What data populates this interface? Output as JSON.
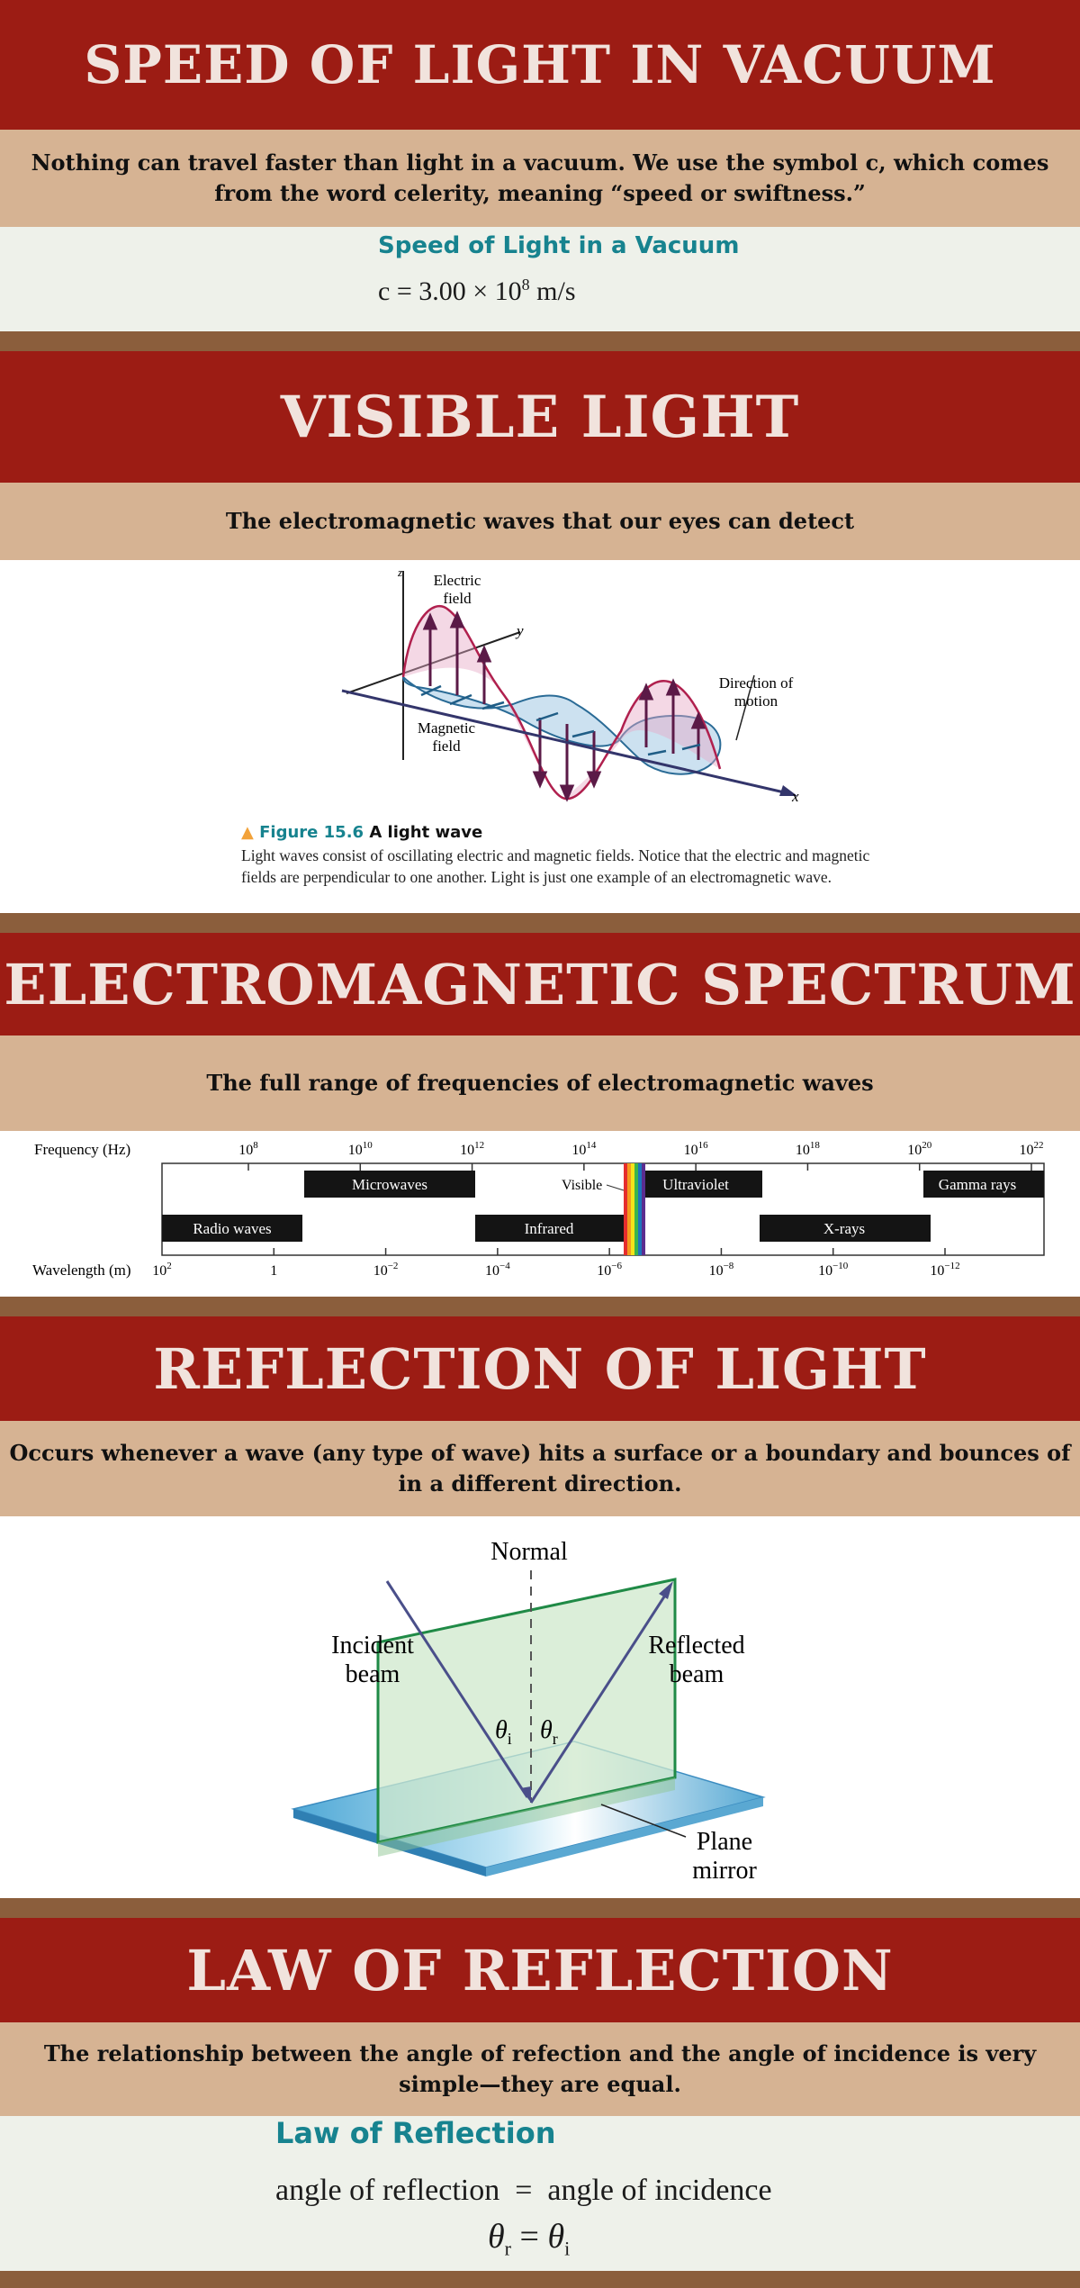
{
  "sections": {
    "speed": {
      "title": "SPEED OF LIGHT IN VACUUM",
      "description": "Nothing can travel faster than light in a vacuum. We use the symbol c, which comes from the word celerity, meaning “speed or swiftness.”",
      "equation_title": "Speed of Light in a Vacuum",
      "equation_lhs": "c = 3.00 × 10",
      "equation_exp": "8",
      "equation_unit": " m/s"
    },
    "visible": {
      "title": "VISIBLE LIGHT",
      "description": "The electromagnetic waves that our eyes can detect",
      "figure": {
        "z_axis": "z",
        "y_axis": "y",
        "x_axis": "x",
        "electric_label_1": "Electric",
        "electric_label_2": "field",
        "magnetic_label_1": "Magnetic",
        "magnetic_label_2": "field",
        "direction_label_1": "Direction of",
        "direction_label_2": "motion",
        "caption_number": "Figure 15.6",
        "caption_title": "A light wave",
        "caption_text": "Light waves consist of oscillating electric and magnetic fields. Notice that the electric and magnetic fields are perpendicular to one another. Light is just one example of an electromagnetic wave."
      }
    },
    "spectrum": {
      "title": "ELECTROMAGNETIC SPECTRUM",
      "description": "The full range of frequencies of electromagnetic waves",
      "frequency_label": "Frequency (Hz)",
      "wavelength_label": "Wavelength (m)",
      "frequency_ticks": [
        {
          "base": "10",
          "exp": "8"
        },
        {
          "base": "10",
          "exp": "10"
        },
        {
          "base": "10",
          "exp": "12"
        },
        {
          "base": "10",
          "exp": "14"
        },
        {
          "base": "10",
          "exp": "16"
        },
        {
          "base": "10",
          "exp": "18"
        },
        {
          "base": "10",
          "exp": "20"
        },
        {
          "base": "10",
          "exp": "22"
        }
      ],
      "wavelength_ticks": [
        {
          "base": "10",
          "exp": "2"
        },
        {
          "base": "1",
          "exp": ""
        },
        {
          "base": "10",
          "exp": "−2"
        },
        {
          "base": "10",
          "exp": "−4"
        },
        {
          "base": "10",
          "exp": "−6"
        },
        {
          "base": "10",
          "exp": "−8"
        },
        {
          "base": "10",
          "exp": "−10"
        },
        {
          "base": "10",
          "exp": "−12"
        }
      ],
      "bands": {
        "microwaves": "Microwaves",
        "visible": "Visible",
        "ultraviolet": "Ultraviolet",
        "gamma": "Gamma rays",
        "radio": "Radio waves",
        "infrared": "Infrared",
        "xrays": "X-rays"
      }
    },
    "reflection": {
      "title": "REFLECTION OF LIGHT",
      "description": "Occurs whenever a wave (any type of wave) hits a surface or a boundary and bounces of in a different direction.",
      "figure": {
        "normal": "Normal",
        "incident_1": "Incident",
        "incident_2": "beam",
        "reflected_1": "Reflected",
        "reflected_2": "beam",
        "theta": "θ",
        "sub_i": "i",
        "sub_r": "r",
        "mirror_1": "Plane",
        "mirror_2": "mirror"
      }
    },
    "law": {
      "title": "LAW OF REFLECTION",
      "description": "The relationship between the angle of refection and the angle of incidence is very simple—they are equal.",
      "equation_title": "Law of Reflection",
      "equation_words": "angle of reflection  =  angle of incidence",
      "theta": "θ",
      "sub_r": "r",
      "equals": " = ",
      "sub_i": "i"
    }
  },
  "colors": {
    "header_red": "#9c1c14",
    "tan": "#d6b393",
    "divider_brown": "#8b5e3c",
    "pale": "#eef1ea",
    "teal": "#17838f"
  }
}
